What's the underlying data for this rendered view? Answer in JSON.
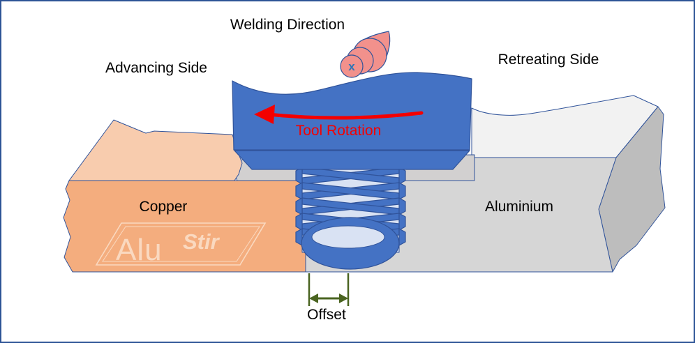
{
  "diagram": {
    "annotations": {
      "welding_direction": {
        "label": "Welding Direction"
      },
      "advancing_side": {
        "label": "Advancing Side"
      },
      "retreating_side": {
        "label": "Retreating Side"
      },
      "tool_rotation": {
        "label": "Tool Rotation"
      },
      "offset": {
        "label": "Offset"
      },
      "rotation_axis_marker": {
        "label": "x"
      }
    },
    "materials": {
      "left_plate": {
        "label": "Copper"
      },
      "right_plate": {
        "label": "Aluminium"
      }
    },
    "watermark": {
      "alu": "Alu",
      "stir": "Stir"
    },
    "colors": {
      "border": "#2E5496",
      "outline": "#30539A",
      "tool_blue": "#4472C4",
      "thread_light": "#D9E2F3",
      "copper_top": "#F8CCAE",
      "copper_front": "#F4AD7E",
      "aluminium_top": "#F2F2F2",
      "aluminium_front": "#D6D6D6",
      "aluminium_side": "#BDBDBD",
      "stir_zone": "#D2D0D0",
      "rotation_red": "#F40000",
      "direction_arrow": "#F2918C",
      "marker_blue": "#2E75B6",
      "offset_green": "#4A6420",
      "watermark": "#FAD9C0",
      "label_black": "#000000"
    }
  }
}
